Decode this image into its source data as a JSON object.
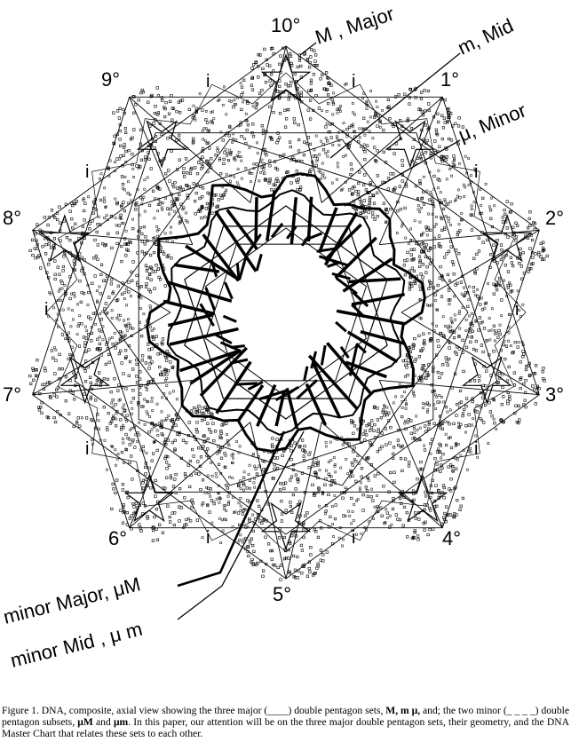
{
  "figure": {
    "positions": [
      "10°",
      "1°",
      "2°",
      "3°",
      "4°",
      "5°",
      "6°",
      "7°",
      "8°",
      "9°"
    ],
    "intermediate_mark": "i",
    "labels": {
      "major": "M , Major",
      "mid": "m, Mid",
      "minor": "μ, Minor",
      "minor_major": "minor Major, μM",
      "minor_mid": "minor Mid , μ m"
    }
  },
  "caption": {
    "p1": "Figure 1. DNA, composite, axial view showing the three major (",
    "blank1": "____",
    "p2": ") double pentagon sets, ",
    "b1": "M, m μ,",
    "p3": " and; the two minor (",
    "blank2": "_ _ _ _",
    "p4": ") double pentagon subsets, ",
    "b2": "μM",
    "p5": " and ",
    "b3": "μm",
    "p6": ". In this paper, our attention will be on the three major double pentagon sets, their geometry, and the DNA Master Chart that relates these sets to each other."
  }
}
